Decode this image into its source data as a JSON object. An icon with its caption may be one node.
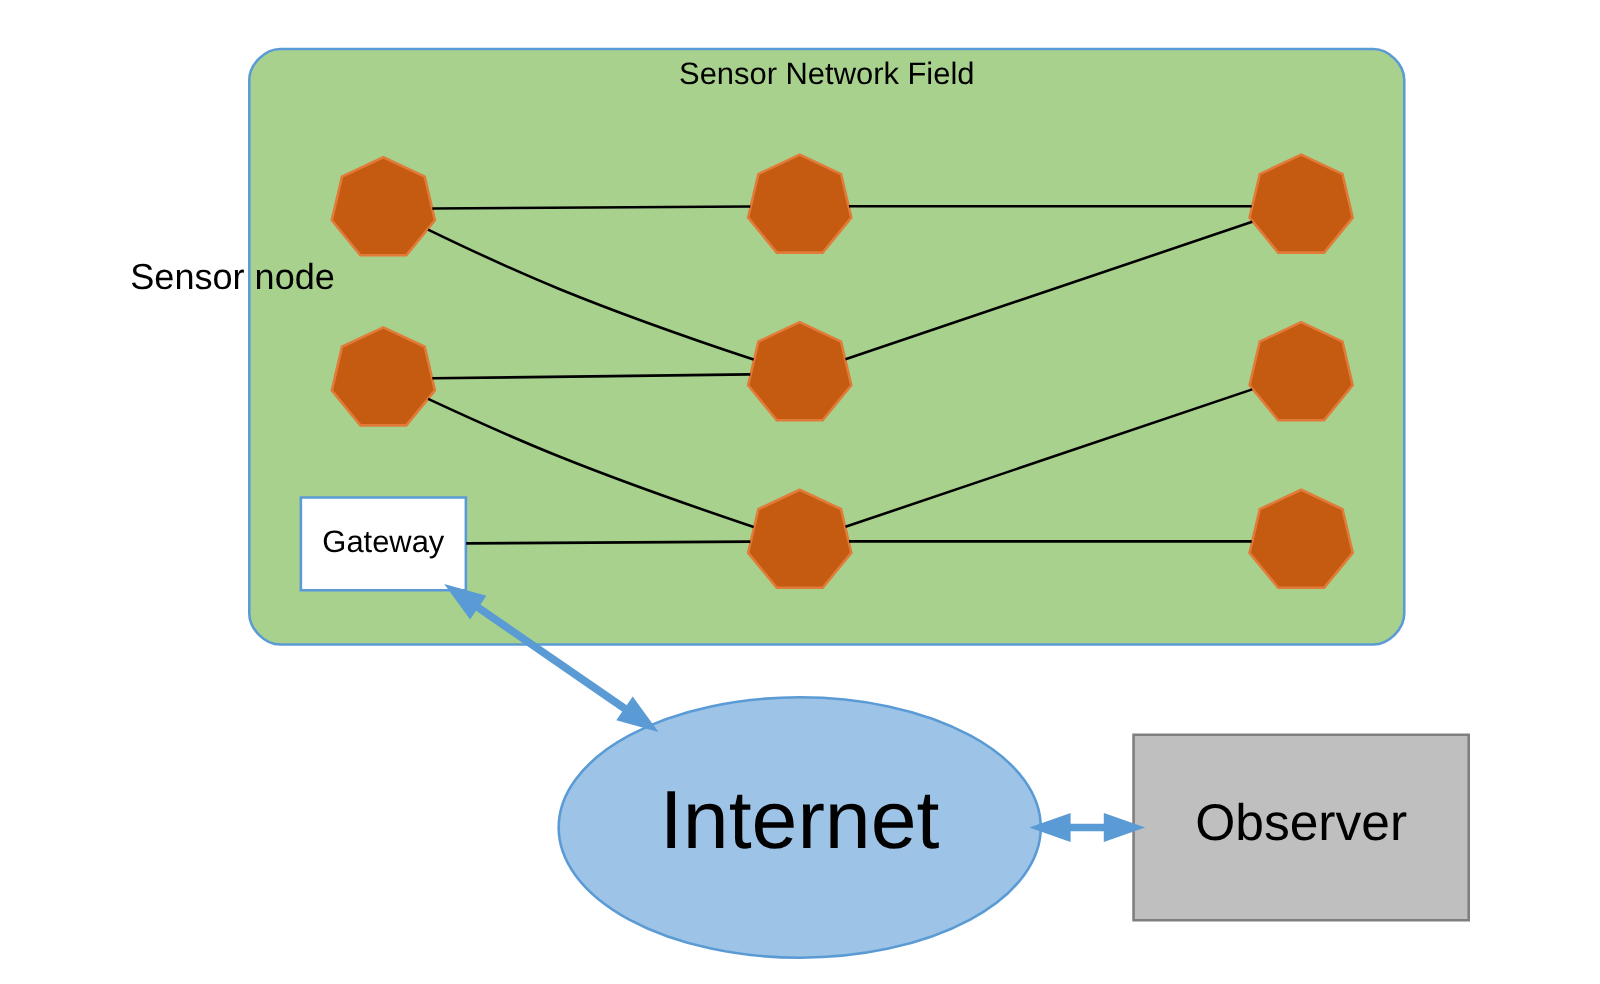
{
  "diagram": {
    "nodes": [
      {
        "text": [
          "Sensor Network Field"
        ]
      },
      {
        "text": [
          "Gateway"
        ],
        "in": 0
      },
      {
        "text": [],
        "shape": "heptagon",
        "in": 0
      },
      {
        "text": [],
        "shape": "heptagon",
        "in": 0
      },
      {
        "text": [],
        "shape": "heptagon",
        "in": 0,
        "beside": [
          "Sensor node"
        ]
      },
      {
        "text": [],
        "shape": "heptagon",
        "in": 0
      },
      {
        "text": [],
        "shape": "heptagon",
        "in": 0
      },
      {
        "text": [],
        "shape": "heptagon",
        "in": 0
      },
      {
        "text": [],
        "shape": "heptagon",
        "in": 0
      },
      {
        "text": [],
        "shape": "heptagon",
        "in": 0
      },
      {
        "text": [
          "Internet"
        ]
      },
      {
        "text": [
          "Observer"
        ]
      }
    ],
    "edges": [
      {
        "from": 1,
        "to": 3,
        "arrow": "none"
      },
      {
        "from": 2,
        "to": 3,
        "arrow": "none"
      },
      {
        "from": 3,
        "to": 5,
        "arrow": "none"
      },
      {
        "from": 3,
        "to": 7,
        "arrow": "none"
      },
      {
        "from": 2,
        "to": 6,
        "arrow": "none"
      },
      {
        "from": 4,
        "to": 6,
        "arrow": "none"
      },
      {
        "from": 4,
        "to": 8,
        "arrow": "none"
      },
      {
        "from": 8,
        "to": 9,
        "arrow": "none"
      },
      {
        "from": 6,
        "to": 9,
        "arrow": "none"
      },
      {
        "from": 1,
        "to": 10,
        "arrow": "both",
        "style": "thick",
        "color": "#5b9bd5"
      },
      {
        "from": 10,
        "to": 11,
        "arrow": "both",
        "style": "thick",
        "color": "#5b9bd5"
      }
    ]
  }
}
